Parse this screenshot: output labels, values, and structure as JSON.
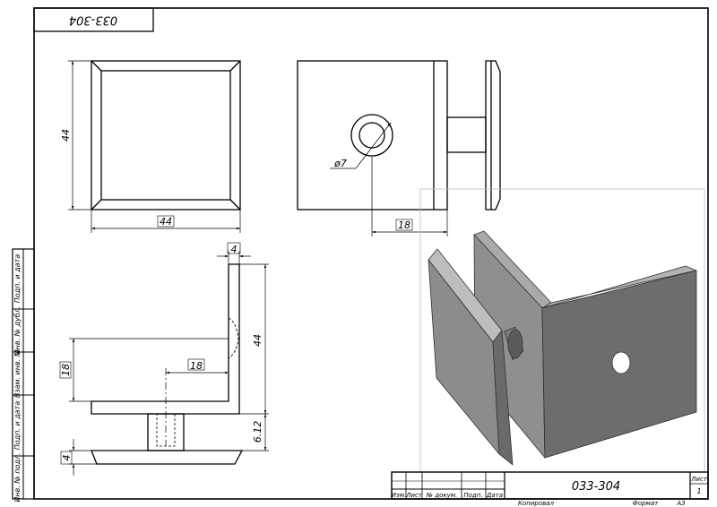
{
  "drawing": {
    "number": "033-304",
    "number_rotated": "033-304"
  },
  "dimensions": {
    "front_height": "44",
    "front_width": "44",
    "hole_diameter": "ø7",
    "hole_offset": "18",
    "side_top_thickness": "4",
    "side_height": "44",
    "side_left_height": "18",
    "side_hole_offset": "18",
    "side_lower": "6.12",
    "side_bottom_thickness": "4"
  },
  "title_block": {
    "sheet_label": "Лист",
    "sheet_number": "1",
    "columns": [
      "Изм.",
      "Лист",
      "№ докум.",
      "Подп.",
      "Дата"
    ],
    "copied_label": "Копировал",
    "format_label": "Формат",
    "format_value": "А3"
  },
  "side_stamp": {
    "labels": [
      "Подп. и дата",
      "Инв. № дубл.",
      "Взам. инв. №",
      "Подп. и дата",
      "Инв. № подл."
    ]
  }
}
